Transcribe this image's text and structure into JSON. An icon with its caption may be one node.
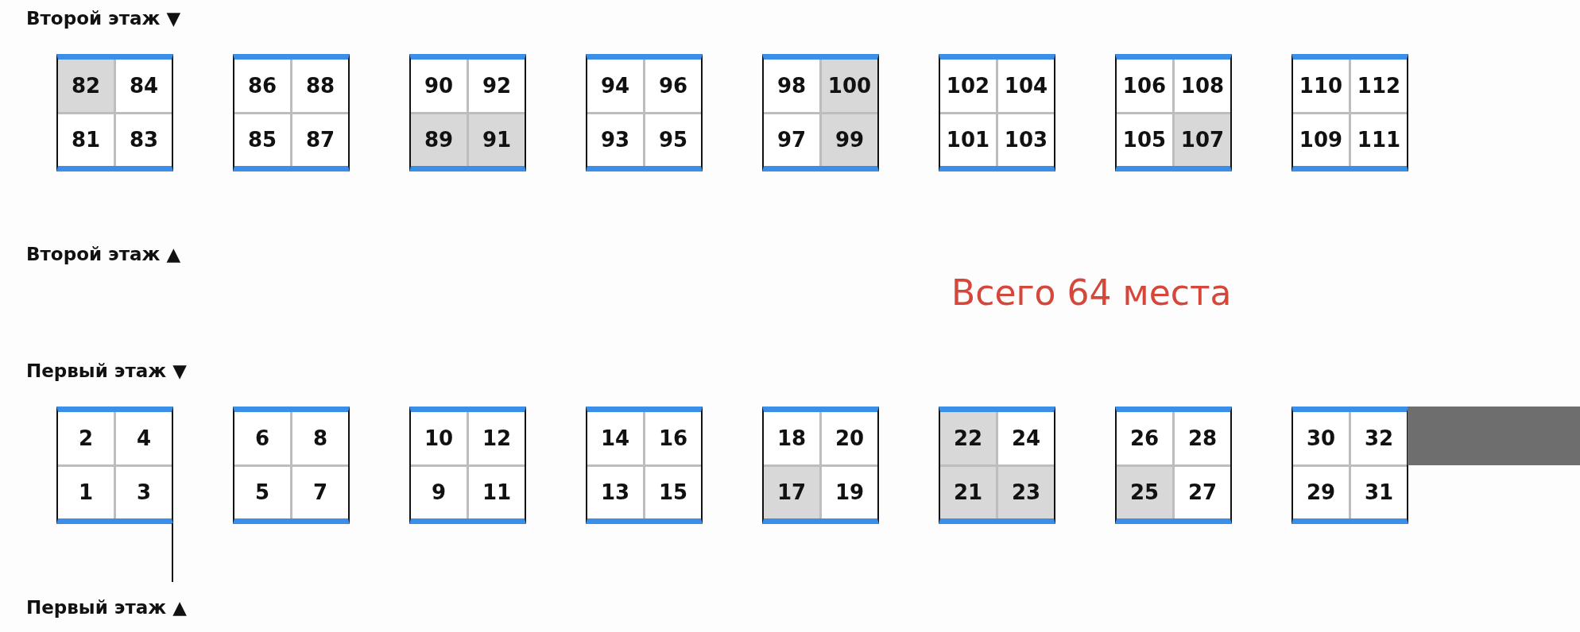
{
  "diagram": {
    "nodes": [
      {
        "text": [],
        "shape": "box"
      },
      {
        "text": [
          "82"
        ],
        "in": 0
      },
      {
        "text": [
          "84"
        ],
        "in": 0
      },
      {
        "text": [
          "81"
        ],
        "in": 0
      },
      {
        "text": [
          "83"
        ],
        "in": 0
      },
      {
        "text": [],
        "shape": "box"
      },
      {
        "text": [
          "86"
        ],
        "in": 5
      },
      {
        "text": [
          "88"
        ],
        "in": 5
      },
      {
        "text": [
          "85"
        ],
        "in": 5
      },
      {
        "text": [
          "87"
        ],
        "in": 5
      },
      {
        "text": [],
        "shape": "box"
      },
      {
        "text": [
          "90"
        ],
        "in": 10
      },
      {
        "text": [
          "92"
        ],
        "in": 10
      },
      {
        "text": [
          "89"
        ],
        "in": 10
      },
      {
        "text": [
          "91"
        ],
        "in": 10
      },
      {
        "text": [],
        "shape": "box"
      },
      {
        "text": [
          "94"
        ],
        "in": 15
      },
      {
        "text": [
          "96"
        ],
        "in": 15
      },
      {
        "text": [
          "93"
        ],
        "in": 15
      },
      {
        "text": [
          "95"
        ],
        "in": 15
      },
      {
        "text": [],
        "shape": "box"
      },
      {
        "text": [
          "98"
        ],
        "in": 20
      },
      {
        "text": [
          "100"
        ],
        "in": 20
      },
      {
        "text": [
          "97"
        ],
        "in": 20
      },
      {
        "text": [
          "99"
        ],
        "in": 20
      },
      {
        "text": [],
        "shape": "box"
      },
      {
        "text": [
          "102"
        ],
        "in": 25
      },
      {
        "text": [
          "104"
        ],
        "in": 25
      },
      {
        "text": [
          "101"
        ],
        "in": 25
      },
      {
        "text": [
          "103"
        ],
        "in": 25
      },
      {
        "text": [],
        "shape": "box"
      },
      {
        "text": [
          "106"
        ],
        "in": 30
      },
      {
        "text": [
          "108"
        ],
        "in": 30
      },
      {
        "text": [
          "105"
        ],
        "in": 30
      },
      {
        "text": [
          "107"
        ],
        "in": 30
      },
      {
        "text": [],
        "shape": "box"
      },
      {
        "text": [
          "110"
        ],
        "in": 35
      },
      {
        "text": [
          "112"
        ],
        "in": 35
      },
      {
        "text": [
          "109"
        ],
        "in": 35
      },
      {
        "text": [
          "111"
        ],
        "in": 35
      },
      {
        "text": [],
        "shape": "box"
      },
      {
        "text": [
          "2"
        ],
        "in": 40
      },
      {
        "text": [
          "4"
        ],
        "in": 40
      },
      {
        "text": [
          "1"
        ],
        "in": 40
      },
      {
        "text": [
          "3"
        ],
        "in": 40
      },
      {
        "text": [],
        "shape": "box"
      },
      {
        "text": [
          "6"
        ],
        "in": 45
      },
      {
        "text": [
          "8"
        ],
        "in": 45
      },
      {
        "text": [
          "5"
        ],
        "in": 45
      },
      {
        "text": [
          "7"
        ],
        "in": 45
      },
      {
        "text": [],
        "shape": "box"
      },
      {
        "text": [
          "10"
        ],
        "in": 50
      },
      {
        "text": [
          "12"
        ],
        "in": 50
      },
      {
        "text": [
          "9"
        ],
        "in": 50
      },
      {
        "text": [
          "11"
        ],
        "in": 50
      },
      {
        "text": [],
        "shape": "box"
      },
      {
        "text": [
          "14"
        ],
        "in": 55
      },
      {
        "text": [
          "16"
        ],
        "in": 55
      },
      {
        "text": [
          "13"
        ],
        "in": 55
      },
      {
        "text": [
          "15"
        ],
        "in": 55
      },
      {
        "text": [],
        "shape": "box"
      },
      {
        "text": [
          "18"
        ],
        "in": 60
      },
      {
        "text": [
          "20"
        ],
        "in": 60
      },
      {
        "text": [
          "17"
        ],
        "in": 60
      },
      {
        "text": [
          "19"
        ],
        "in": 60
      },
      {
        "text": [],
        "shape": "box"
      },
      {
        "text": [
          "22"
        ],
        "in": 65
      },
      {
        "text": [
          "24"
        ],
        "in": 65
      },
      {
        "text": [
          "21"
        ],
        "in": 65
      },
      {
        "text": [
          "23"
        ],
        "in": 65
      },
      {
        "text": [],
        "shape": "box"
      },
      {
        "text": [
          "26"
        ],
        "in": 70
      },
      {
        "text": [
          "28"
        ],
        "in": 70
      },
      {
        "text": [
          "25"
        ],
        "in": 70
      },
      {
        "text": [
          "27"
        ],
        "in": 70
      },
      {
        "text": [],
        "shape": "box"
      },
      {
        "text": [
          "30"
        ],
        "in": 75
      },
      {
        "text": [
          "32"
        ],
        "in": 75
      },
      {
        "text": [
          "29"
        ],
        "in": 75
      },
      {
        "text": [
          "31"
        ],
        "in": 75
      },
      {
        "text": [],
        "shape": "bar"
      }
    ],
    "edges": [],
    "labels": [
      "Второй этаж ▼",
      "Второй этаж ▲",
      "Всего 64 места",
      "Первый этаж ▼",
      "Первый этаж ▲"
    ]
  }
}
